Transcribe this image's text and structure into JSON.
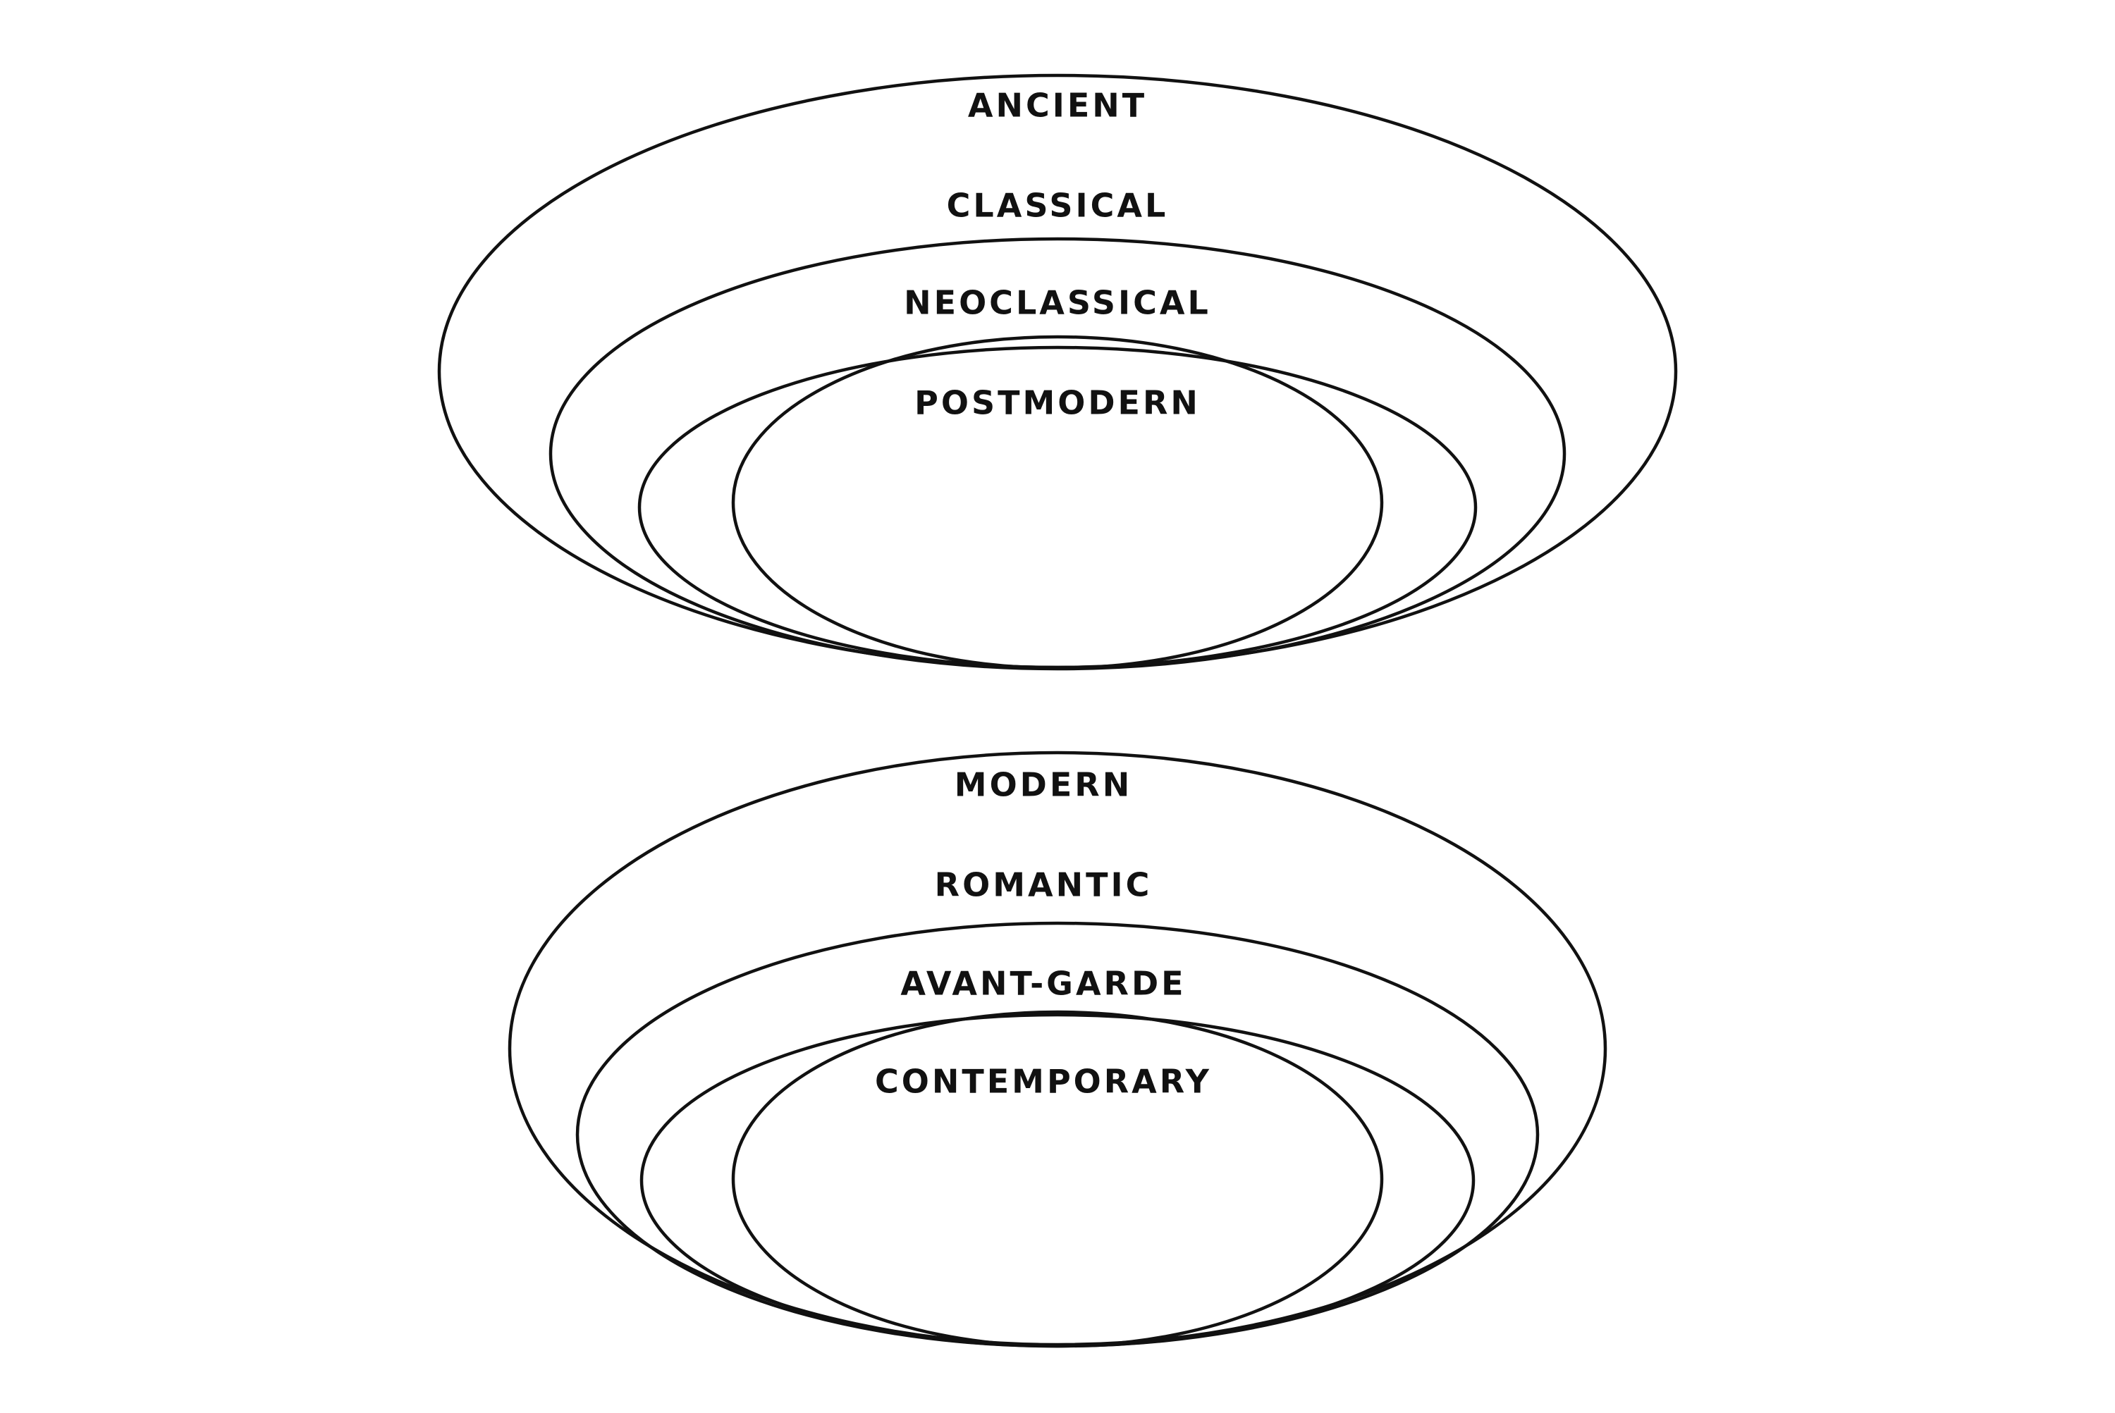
{
  "diagrams": [
    {
      "layers": [
        {
          "label": "ANCIENT"
        },
        {
          "label": "CLASSICAL"
        },
        {
          "label": "NEOCLASSICAL"
        },
        {
          "label": "POSTMODERN"
        }
      ]
    },
    {
      "layers": [
        {
          "label": "MODERN"
        },
        {
          "label": "ROMANTIC"
        },
        {
          "label": "AVANT-GARDE"
        },
        {
          "label": "CONTEMPORARY"
        }
      ]
    }
  ],
  "colors": {
    "stroke": "#111111",
    "text": "#111111",
    "background": "#ffffff"
  }
}
